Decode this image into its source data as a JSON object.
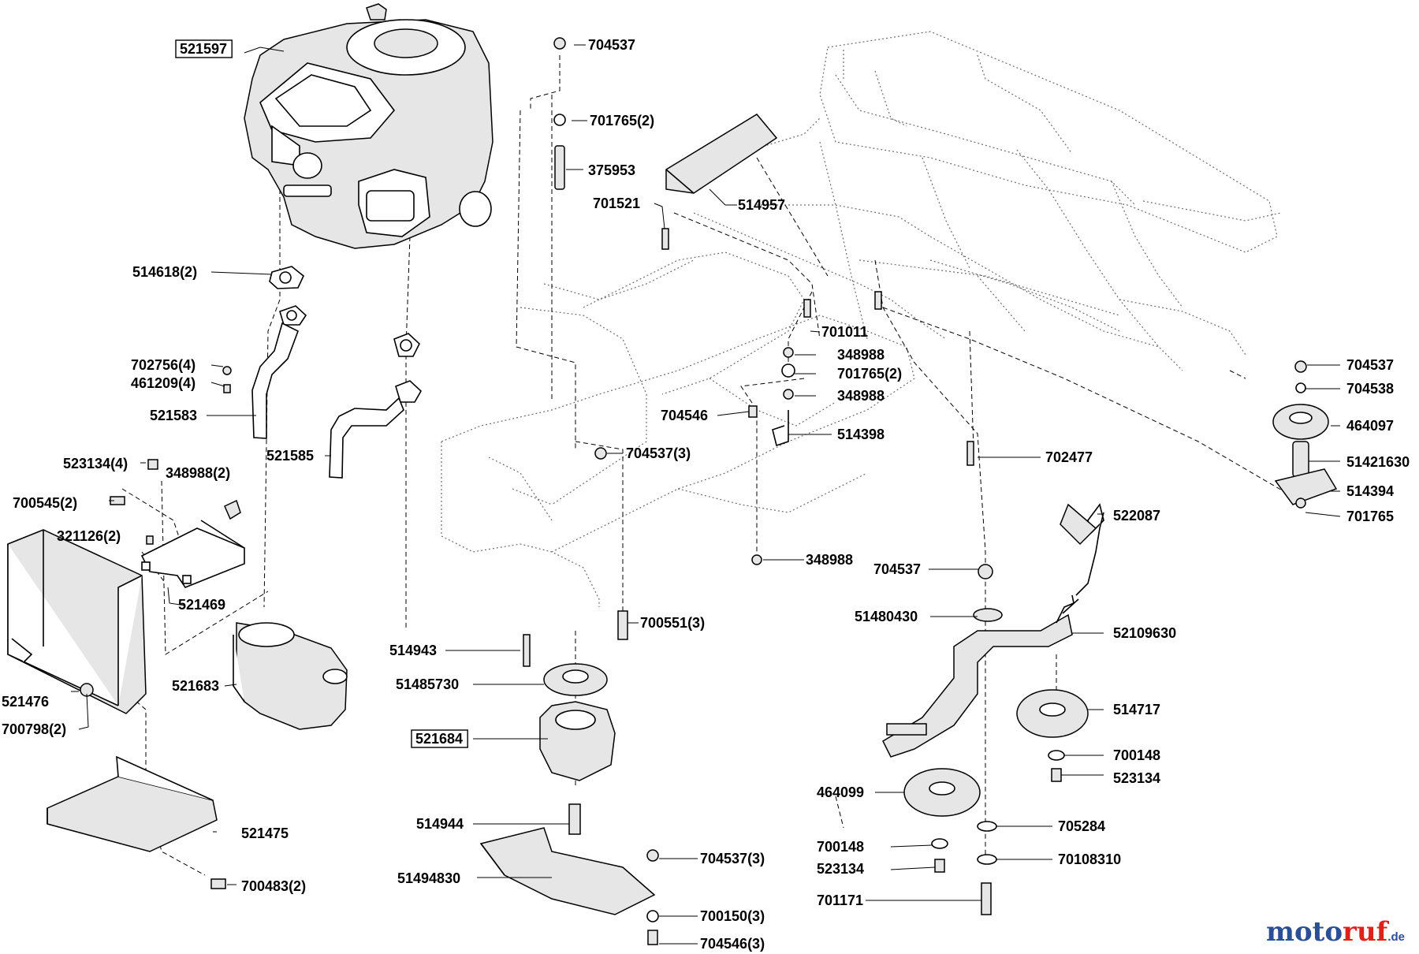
{
  "diagram": {
    "labels": [
      {
        "id": "521597",
        "text": "521597",
        "boxed": true
      },
      {
        "id": "514618",
        "text": "514618(2)"
      },
      {
        "id": "702756",
        "text": "702756(4)"
      },
      {
        "id": "461209",
        "text": "461209(4)"
      },
      {
        "id": "521583",
        "text": "521583"
      },
      {
        "id": "521585",
        "text": "521585"
      },
      {
        "id": "523134a",
        "text": "523134(4)"
      },
      {
        "id": "348988a",
        "text": "348988(2)"
      },
      {
        "id": "700545",
        "text": "700545(2)"
      },
      {
        "id": "321126",
        "text": "321126(2)"
      },
      {
        "id": "521469",
        "text": "521469"
      },
      {
        "id": "521476",
        "text": "521476"
      },
      {
        "id": "700798",
        "text": "700798(2)"
      },
      {
        "id": "521683",
        "text": "521683"
      },
      {
        "id": "521475",
        "text": "521475"
      },
      {
        "id": "700483",
        "text": "700483(2)"
      },
      {
        "id": "704537a",
        "text": "704537"
      },
      {
        "id": "701765a",
        "text": "701765(2)"
      },
      {
        "id": "375953",
        "text": "375953"
      },
      {
        "id": "701521",
        "text": "701521"
      },
      {
        "id": "514957",
        "text": "514957"
      },
      {
        "id": "701011",
        "text": "701011"
      },
      {
        "id": "348988b",
        "text": "348988"
      },
      {
        "id": "701765b",
        "text": "701765(2)"
      },
      {
        "id": "348988c",
        "text": "348988"
      },
      {
        "id": "704546a",
        "text": "704546"
      },
      {
        "id": "514398",
        "text": "514398"
      },
      {
        "id": "704537b",
        "text": "704537(3)"
      },
      {
        "id": "702477",
        "text": "702477"
      },
      {
        "id": "348988d",
        "text": "348988"
      },
      {
        "id": "700551",
        "text": "700551(3)"
      },
      {
        "id": "514943",
        "text": "514943"
      },
      {
        "id": "51485730",
        "text": "51485730"
      },
      {
        "id": "521684",
        "text": "521684",
        "boxed": true
      },
      {
        "id": "514944",
        "text": "514944"
      },
      {
        "id": "51494830",
        "text": "51494830"
      },
      {
        "id": "704537c",
        "text": "704537(3)"
      },
      {
        "id": "700150",
        "text": "700150(3)"
      },
      {
        "id": "704546b",
        "text": "704546(3)"
      },
      {
        "id": "704537d",
        "text": "704537"
      },
      {
        "id": "704538",
        "text": "704538"
      },
      {
        "id": "464097",
        "text": "464097"
      },
      {
        "id": "51421630",
        "text": "51421630"
      },
      {
        "id": "514394",
        "text": "514394"
      },
      {
        "id": "701765c",
        "text": "701765"
      },
      {
        "id": "522087",
        "text": "522087"
      },
      {
        "id": "704537e",
        "text": "704537"
      },
      {
        "id": "51480430",
        "text": "51480430"
      },
      {
        "id": "52109630",
        "text": "52109630"
      },
      {
        "id": "514717",
        "text": "514717"
      },
      {
        "id": "700148a",
        "text": "700148"
      },
      {
        "id": "523134b",
        "text": "523134"
      },
      {
        "id": "464099",
        "text": "464099"
      },
      {
        "id": "705284",
        "text": "705284"
      },
      {
        "id": "700148b",
        "text": "700148"
      },
      {
        "id": "70108310",
        "text": "70108310"
      },
      {
        "id": "523134c",
        "text": "523134"
      },
      {
        "id": "701171",
        "text": "701171"
      }
    ]
  },
  "brand": {
    "part1": "moto",
    "part2": "ruf",
    "suffix": ".de"
  }
}
